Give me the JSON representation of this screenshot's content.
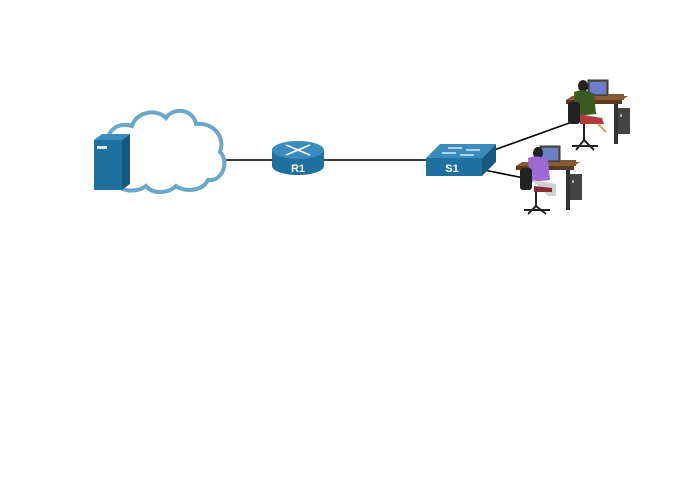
{
  "diagram": {
    "nodes": [
      {
        "id": "internet",
        "type": "cloud-with-server",
        "label": ""
      },
      {
        "id": "R1",
        "type": "router",
        "label": "R1"
      },
      {
        "id": "S1",
        "type": "switch",
        "label": "S1"
      },
      {
        "id": "PC1",
        "type": "workstation-user",
        "label": ""
      },
      {
        "id": "PC2",
        "type": "workstation-user",
        "label": ""
      }
    ],
    "links": [
      {
        "from": "internet",
        "to": "R1"
      },
      {
        "from": "R1",
        "to": "S1"
      },
      {
        "from": "S1",
        "to": "PC1"
      },
      {
        "from": "S1",
        "to": "PC2"
      }
    ],
    "colors": {
      "device_blue": "#1f6f9f",
      "device_top": "#3a8cbd",
      "cloud_stroke": "#6aa7c9",
      "link": "#000000"
    }
  },
  "labels": {
    "router": "R1",
    "switch": "S1"
  }
}
